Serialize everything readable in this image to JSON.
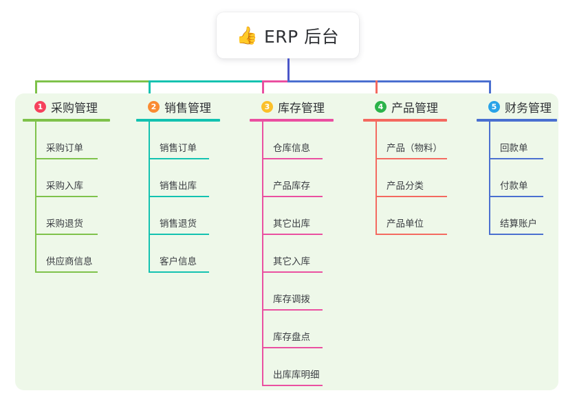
{
  "root": {
    "icon": "thumbs-up-icon",
    "emoji": "👍",
    "title": "ERP 后台"
  },
  "palette": {
    "panel_background": "#eef8e9",
    "root_text": "#2f3135",
    "trunk": "#4a56c8",
    "branch_1": "#7ec24a",
    "branch_2": "#12c2b0",
    "branch_3": "#ea4fa0",
    "branch_4": "#f4695f",
    "branch_5": "#4a6fd0",
    "badge_1": "#f6425d",
    "badge_2": "#f98b32",
    "badge_3": "#fbc02a",
    "badge_4": "#2cb34a",
    "badge_5": "#29a3e8"
  },
  "branches": [
    {
      "number": "1",
      "title": "采购管理",
      "color": "#7ec24a",
      "badge_color": "#f6425d",
      "rule_width": 127,
      "leaf_rule_width": 89,
      "children": [
        {
          "label": "采购订单"
        },
        {
          "label": "采购入库"
        },
        {
          "label": "采购退货"
        },
        {
          "label": "供应商信息"
        }
      ]
    },
    {
      "number": "2",
      "title": "销售管理",
      "color": "#12c2b0",
      "badge_color": "#f98b32",
      "rule_width": 122,
      "leaf_rule_width": 86,
      "children": [
        {
          "label": "销售订单"
        },
        {
          "label": "销售出库"
        },
        {
          "label": "销售退货"
        },
        {
          "label": "客户信息"
        }
      ]
    },
    {
      "number": "3",
      "title": "库存管理",
      "color": "#ea4fa0",
      "badge_color": "#fbc02a",
      "rule_width": 122,
      "leaf_rule_width": 86,
      "children": [
        {
          "label": "仓库信息"
        },
        {
          "label": "产品库存"
        },
        {
          "label": "其它出库"
        },
        {
          "label": "其它入库"
        },
        {
          "label": "库存调拨"
        },
        {
          "label": "库存盘点"
        },
        {
          "label": "出库库明细"
        }
      ]
    },
    {
      "number": "4",
      "title": "产品管理",
      "color": "#f4695f",
      "badge_color": "#2cb34a",
      "rule_width": 122,
      "leaf_rule_width": 102,
      "children": [
        {
          "label": "产品（物料）"
        },
        {
          "label": "产品分类"
        },
        {
          "label": "产品单位"
        }
      ]
    },
    {
      "number": "5",
      "title": "财务管理",
      "color": "#4a6fd0",
      "badge_color": "#29a3e8",
      "rule_width": 117,
      "leaf_rule_width": 77,
      "children": [
        {
          "label": "回款单"
        },
        {
          "label": "付款单"
        },
        {
          "label": "结算账户"
        }
      ]
    }
  ]
}
